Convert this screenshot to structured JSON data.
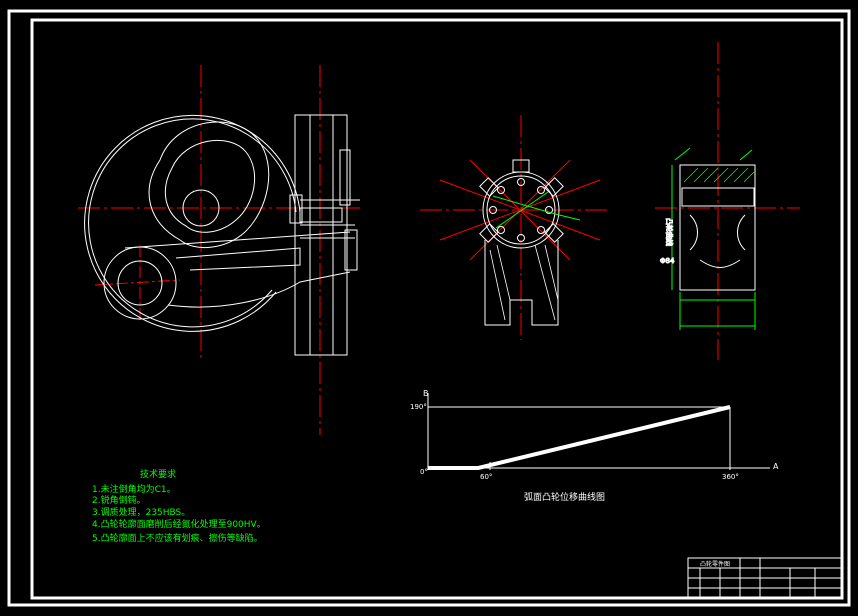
{
  "notes": {
    "title": "技术要求",
    "items": [
      "1.未注倒角均为C1。",
      "2.锐角倒钝。",
      "3.调质处理，235HBS。",
      "4.凸轮轮廓面磨削后经氮化处理至900HV。",
      "5.凸轮廓面上不应该有划痕、擦伤等缺陷。"
    ]
  },
  "graph": {
    "caption": "弧面凸轮位移曲线图",
    "y_axis_label": "B",
    "x_axis_label": "A",
    "y_tick": "190°",
    "origin": "0°",
    "x_tick_1": "60°",
    "x_tick_2": "360°"
  },
  "chart_data": {
    "type": "line",
    "series": [
      {
        "x": [
          0,
          60,
          360
        ],
        "y": [
          0,
          0,
          190
        ]
      }
    ]
  },
  "title_block": {
    "drawing_name": "凸轮零件图"
  },
  "side_dims": {
    "vertical_label": "凸轮曲线",
    "diameter_label": "Φ84"
  },
  "colors": {
    "background": "#000000",
    "geometry": "#ffffff",
    "centerline": "#ff0000",
    "dimension": "#00ff00",
    "hatch": "#00ff00"
  }
}
